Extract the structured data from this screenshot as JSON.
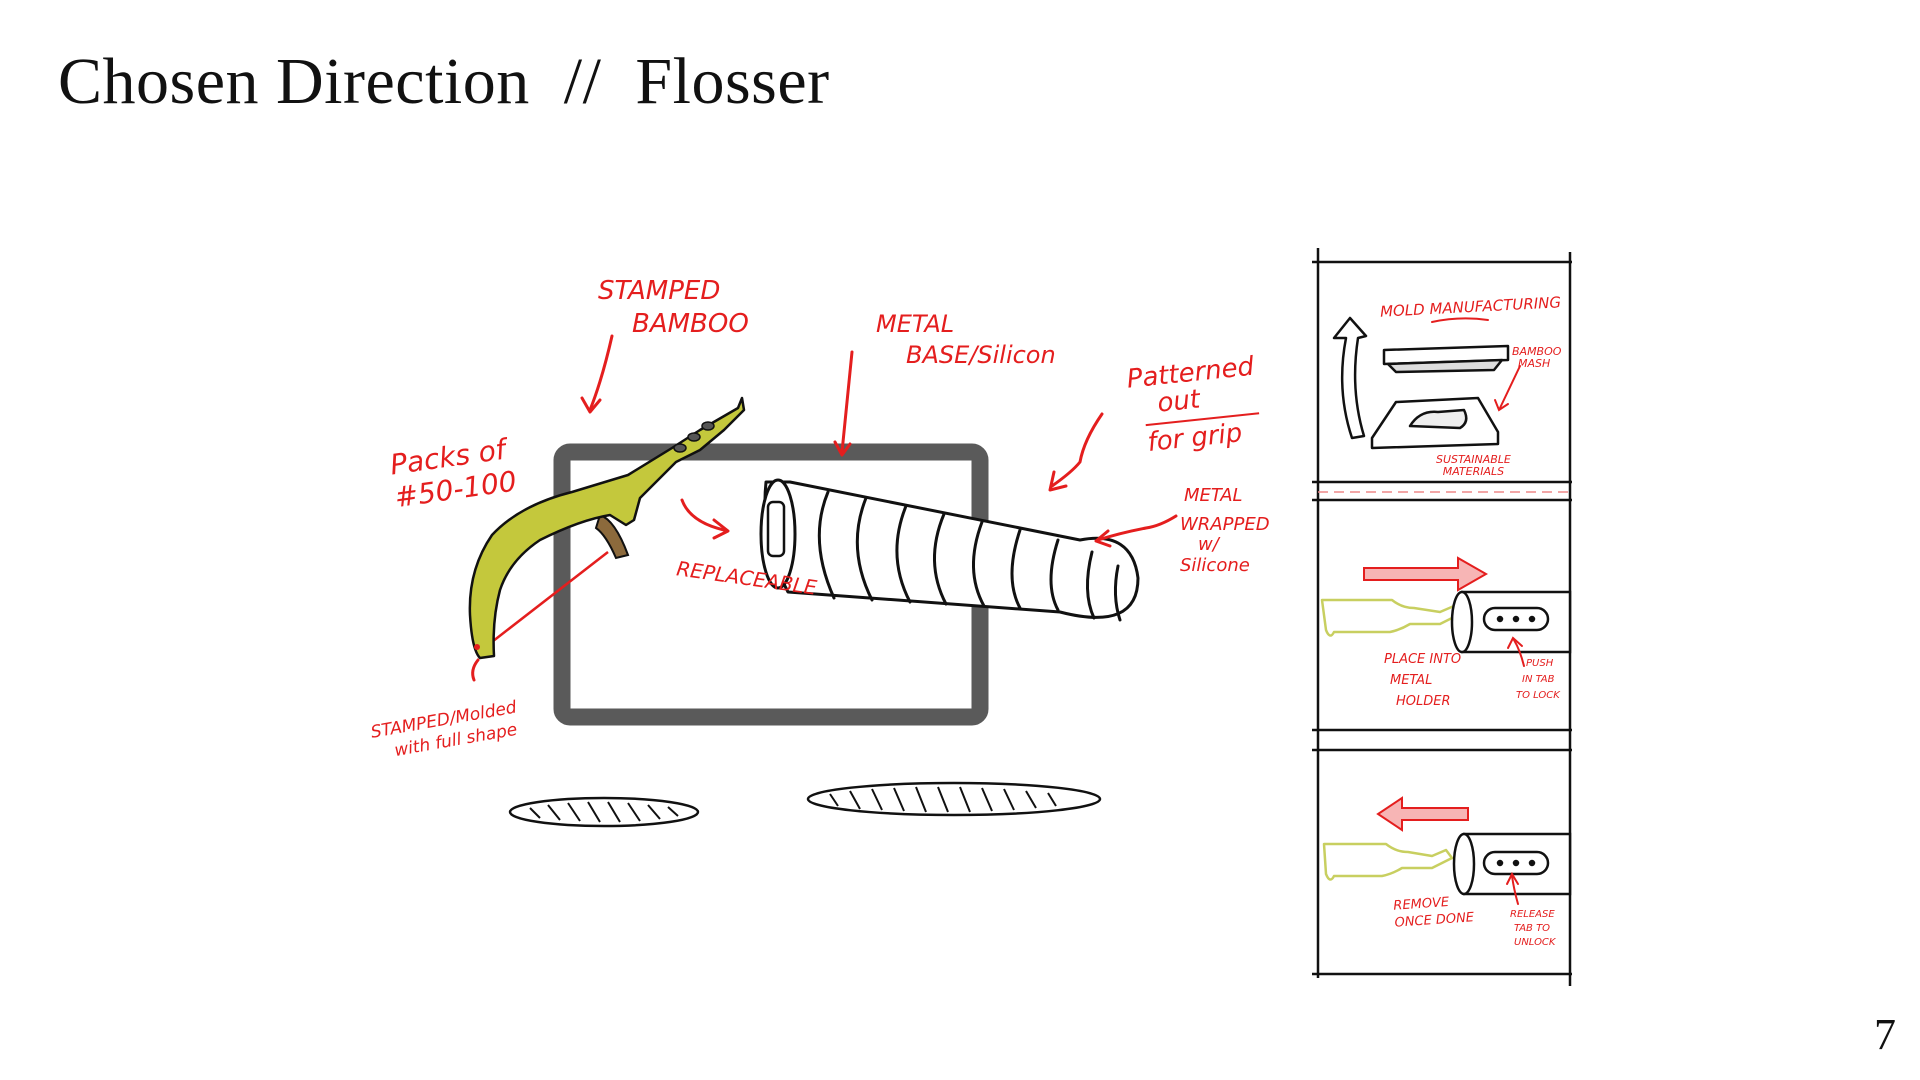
{
  "slide": {
    "title": "Chosen Direction  //  Flosser",
    "page_number": "7"
  },
  "main_sketch": {
    "annotations": {
      "stamped_bamboo_1": "STAMPED",
      "stamped_bamboo_2": "BAMBOO",
      "metal_base_1": "METAL",
      "metal_base_2": "BASE/Silicon",
      "patterned_1": "Patterned",
      "patterned_2": "out",
      "patterned_3": "for grip",
      "packs_1": "Packs of",
      "packs_2": "#50-100",
      "replaceable": "REPLACEABLE",
      "metal_wrapped_1": "METAL",
      "metal_wrapped_2": "WRAPPED",
      "metal_wrapped_3": "w/",
      "metal_wrapped_4": "Silicone",
      "stamped_molded_1": "STAMPED/Molded",
      "stamped_molded_2": "with full shape"
    }
  },
  "storyboard": {
    "panel1": {
      "title": "MOLD MANUFACTURING",
      "bamboo_1": "BAMBOO",
      "bamboo_2": "MASH",
      "sustainable_1": "SUSTAINABLE",
      "sustainable_2": "MATERIALS"
    },
    "panel2": {
      "place_1": "PLACE INTO",
      "place_2": "METAL",
      "place_3": "HOLDER",
      "push_1": "PUSH",
      "push_2": "IN TAB",
      "push_3": "TO LOCK"
    },
    "panel3": {
      "remove_1": "REMOVE",
      "remove_2": "ONCE DONE",
      "release_1": "RELEASE",
      "release_2": "TAB TO",
      "release_3": "UNLOCK"
    }
  },
  "colors": {
    "annotation": "#e41e1e",
    "bamboo_flosser": "#c4c83c",
    "frame": "#5a5a5a",
    "ink": "#111111"
  }
}
